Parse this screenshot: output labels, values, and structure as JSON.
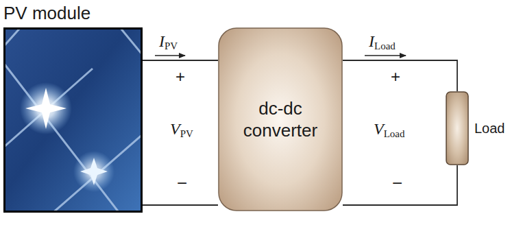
{
  "diagram": {
    "nodes": [
      {
        "text": [
          "PV module"
        ]
      },
      {
        "text": [
          "dc-dc converter"
        ]
      },
      {
        "text": [
          "Load"
        ]
      }
    ],
    "edges": [
      {
        "from": 0,
        "to": 1,
        "arrow": "none",
        "label": "IPV"
      },
      {
        "from": 0,
        "to": 1,
        "arrow": "none"
      },
      {
        "from": 1,
        "to": 2,
        "arrow": "none",
        "label": "ILoad"
      },
      {
        "from": 1,
        "to": 2,
        "arrow": "none"
      }
    ],
    "labels": [
      "+",
      "VPV",
      "−",
      "+",
      "VLoad",
      "−"
    ]
  }
}
